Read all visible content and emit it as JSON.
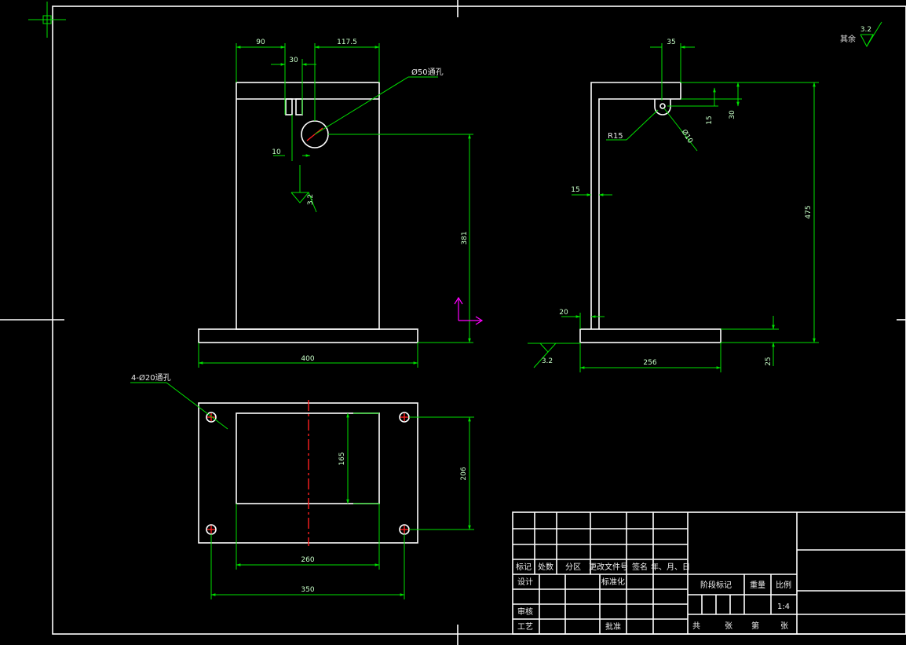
{
  "drawing": {
    "colors": {
      "background": "#000000",
      "outline": "#ffffff",
      "dimension": "#00e000",
      "centerline": "#ff2020",
      "ucs": "#ff00ff"
    },
    "front_view": {
      "dim_width_top_left": "90",
      "dim_width_top_right": "117.5",
      "dim_slot_spacing": "30",
      "dim_slot_offset": "10",
      "hole_callout": "Ø50通孔",
      "dim_hole_height": "381",
      "dim_base_width": "400",
      "roughness": "3.2"
    },
    "side_view": {
      "dim_top_width": "35",
      "dim_notch_height_1": "15",
      "dim_notch_height_2": "30",
      "radius_callout": "R15",
      "hole_callout": "Ø10",
      "dim_wall_thickness": "15",
      "dim_total_height": "475",
      "dim_base_edge": "20",
      "dim_base_width": "256",
      "dim_base_height": "25",
      "roughness": "3.2"
    },
    "other_roughness": {
      "label": "其余",
      "value": "3.2"
    },
    "top_view": {
      "hole_callout": "4-Ø20通孔",
      "dim_inner_height": "165",
      "dim_hole_spacing_v": "206",
      "dim_inner_width": "260",
      "dim_hole_spacing_h": "350"
    }
  },
  "title_block": {
    "header_row": [
      "标记",
      "处数",
      "分区",
      "更改文件号",
      "签名",
      "年、月、日"
    ],
    "design": "设计",
    "standardization": "标准化",
    "review": "审核",
    "process": "工艺",
    "approve": "批准",
    "stage_mark": "阶段标记",
    "weight": "重量",
    "scale": "比例",
    "scale_value": "1:4",
    "sheet_total": "共",
    "sheet_word_1": "张",
    "sheet_of": "第",
    "sheet_word_2": "张"
  }
}
